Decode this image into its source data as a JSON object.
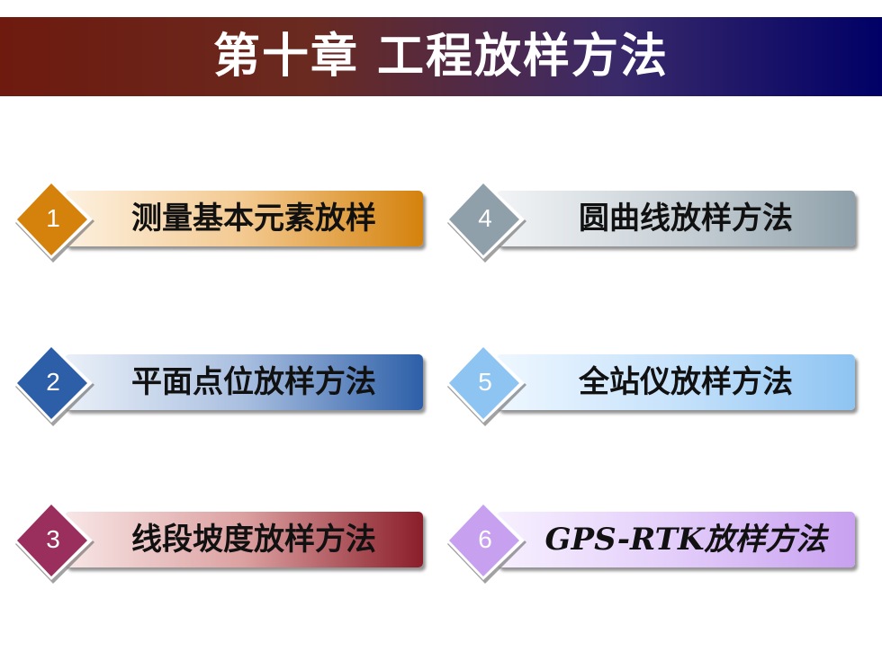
{
  "title": "第十章 工程放样方法",
  "items": [
    {
      "num": "1",
      "label": "测量基本元素放样"
    },
    {
      "num": "2",
      "label": "平面点位放样方法"
    },
    {
      "num": "3",
      "label": "线段坡度放样方法"
    },
    {
      "num": "4",
      "label": "圆曲线放样方法"
    },
    {
      "num": "5",
      "label": "全站仪放样方法"
    },
    {
      "num": "6",
      "label": "GPS-RTK放样方法"
    }
  ],
  "colors": {
    "title_left": "#6e1a0f",
    "title_right": "#000066",
    "item1": "#d4820c",
    "item2": "#2d5fa8",
    "item3": "#8a1e2a",
    "item4": "#8fa0aa",
    "item5": "#8ec4f2",
    "item6": "#c8a0f0"
  }
}
